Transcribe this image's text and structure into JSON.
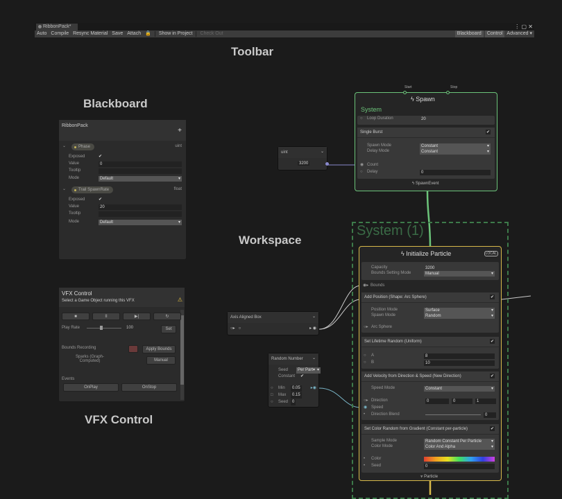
{
  "window": {
    "tab": "RibbonPack*"
  },
  "toolbar": {
    "items": [
      "Auto",
      "Compile",
      "Resync Material",
      "Save",
      "Attach",
      "Show in Project",
      "Check Out"
    ],
    "right": [
      "Blackboard",
      "Control",
      "Advanced ▾"
    ]
  },
  "labels": {
    "toolbar": "Toolbar",
    "blackboard": "Blackboard",
    "workspace": "Workspace",
    "vfx_control": "VFX Control"
  },
  "blackboard": {
    "title": "RibbonPack",
    "add": "+",
    "properties": [
      {
        "name": "Phase",
        "type": "uint",
        "exposed": "✔",
        "value": "0",
        "tooltip": "",
        "mode": "Default"
      },
      {
        "name": "Trail SpawnRate",
        "type": "float",
        "exposed": "✔",
        "value": "20",
        "tooltip": "",
        "mode": "Default"
      }
    ],
    "field_labels": {
      "exposed": "Exposed",
      "value": "Value",
      "tooltip": "Tooltip",
      "mode": "Mode"
    }
  },
  "vfx_control": {
    "title": "VFX Control",
    "subtitle": "Select a Game Object running this VFX",
    "warning_icon": "⚠",
    "transport": [
      "■",
      "II",
      "▶|",
      "↻"
    ],
    "play_rate_label": "Play Rate",
    "play_rate": "100",
    "set": "Set",
    "bounds_recording": "Bounds Recording",
    "apply_bounds": "Apply Bounds",
    "sparks": "Sparks (Graph-Computed)",
    "manual": "Manual",
    "events_label": "Events",
    "events": [
      "OnPlay",
      "OnStop"
    ]
  },
  "uint_node": {
    "title": "uint",
    "value": "3200"
  },
  "spawn": {
    "ports": [
      "Start",
      "Stop"
    ],
    "title": "Spawn",
    "system": "System",
    "loop_duration_label": "Loop Duration",
    "loop_duration": "20",
    "burst": {
      "title": "Single Burst",
      "spawn_mode_label": "Spawn Mode",
      "spawn_mode": "Constant",
      "delay_mode_label": "Delay Mode",
      "delay_mode": "Constant",
      "count_label": "Count",
      "delay_label": "Delay",
      "delay": "0"
    },
    "output": "SpawnEvent"
  },
  "system_frame": {
    "title": "System (1)"
  },
  "init": {
    "title": "Initialize Particle",
    "badge": "LOCAL",
    "capacity_label": "Capacity",
    "capacity": "3200",
    "bounds_mode_label": "Bounds Setting Mode",
    "bounds_mode": "Manual",
    "bounds_label": "Bounds",
    "blocks": [
      {
        "title": "Add Position (Shape: Arc Sphere)",
        "rows": [
          [
            "Position Mode",
            "Surface"
          ],
          [
            "Spawn Mode",
            "Random"
          ]
        ],
        "port": "Arc Sphere"
      },
      {
        "title": "Set Lifetime Random (Uniform)",
        "a": "8",
        "b": "10",
        "a_label": "A",
        "b_label": "B"
      },
      {
        "title": "Add Velocity from Direction & Speed (New Direction)",
        "speed_mode_label": "Speed Mode",
        "speed_mode": "Constant",
        "direction_label": "Direction",
        "dir": [
          "0",
          "0",
          "1"
        ],
        "speed_label": "Speed",
        "blend_label": "Direction Blend",
        "blend": "0"
      },
      {
        "title": "Set Color Random from Gradient (Constant per-particle)",
        "sample_mode_label": "Sample Mode",
        "sample_mode": "Random Constant Per Particle",
        "color_mode_label": "Color Mode",
        "color_mode": "Color And Alpha",
        "color_label": "Color",
        "seed_label": "Seed",
        "seed": "0"
      }
    ],
    "output": "Particle"
  },
  "aab_node": {
    "title": "Axis Aligned Box"
  },
  "random_node": {
    "title": "Random Number",
    "seed_label": "Seed",
    "seed_mode": "Per Part▾",
    "constant_label": "Constant",
    "constant": "✔",
    "min_label": "Min",
    "min": "0.05",
    "max_label": "Max",
    "max": "0.15",
    "seed2_label": "Seed",
    "seed2": "0"
  },
  "colors": {
    "spawn": "#6cc47a",
    "init": "#d8b94a",
    "frame": "#3d7a4a"
  }
}
